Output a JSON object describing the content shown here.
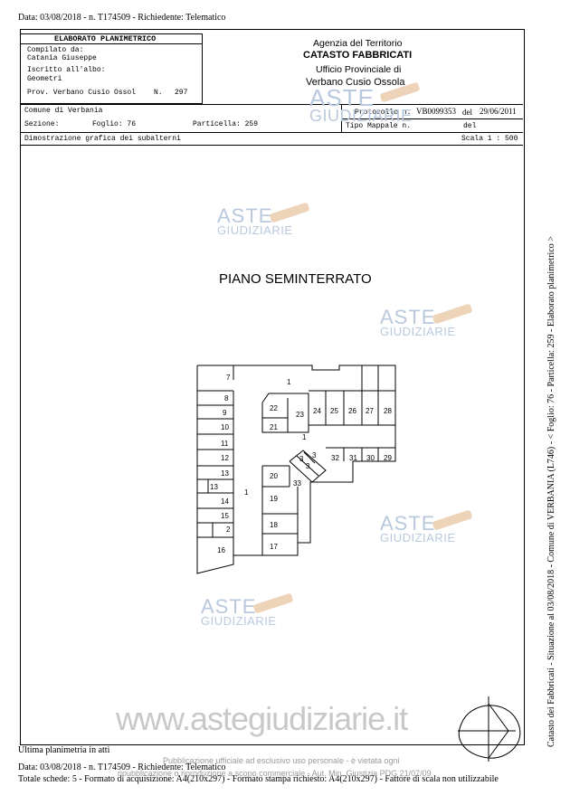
{
  "top_line": "Data: 03/08/2018 - n. T174509 - Richiedente: Telematico",
  "header": {
    "box_title": "ELABORATO PLANIMETRICO",
    "compilato_label": "Compilato da:",
    "compilato_value": "Catania Giuseppe",
    "iscritto_label": "Iscritto all'albo:",
    "iscritto_value": "Geometri",
    "prov_label": "Prov. Verbano Cusio Ossol",
    "prov_n_label": "N.",
    "prov_n_value": "297",
    "agency_line1": "Agenzia del Territorio",
    "agency_line2": "CATASTO FABBRICATI",
    "agency_line3": "Ufficio Provinciale di",
    "agency_line4": "Verbano Cusio Ossola"
  },
  "info_row": {
    "comune": "Comune di Verbania",
    "sezione": "Sezione:",
    "foglio": "Foglio: 76",
    "particella": "Particella: 259",
    "protocollo": "Protocollo n.",
    "protocollo_value": "VB0099353",
    "del1": "del",
    "del1_value": "29/06/2011",
    "tipo": "Tipo Mappale n.",
    "del2": "del"
  },
  "dimostrazione": "Dimostrazione grafica dei subalterni",
  "scala": "Scala 1 : 500",
  "plan_title": "PIANO SEMINTERRATO",
  "rooms": [
    "7",
    "1",
    "8",
    "9",
    "10",
    "11",
    "12",
    "13",
    "13",
    "14",
    "15",
    "2",
    "16",
    "22",
    "21",
    "23",
    "24",
    "25",
    "26",
    "27",
    "28",
    "1",
    "3",
    "3",
    "3",
    "32",
    "31",
    "30",
    "29",
    "20",
    "33",
    "1",
    "19",
    "18",
    "17"
  ],
  "watermark": {
    "aste": "ASTE",
    "giudiziarie": "GIUDIZIARIE",
    "site": "www.astegiudiziarie.it"
  },
  "footer": {
    "ultima": "Ultima planimetria in atti",
    "line1": "Data: 03/08/2018 - n. T174509 - Richiedente: Telematico",
    "line2": "Totale schede: 5 - Formato di acquisizione: A4(210x297) - Formato stampa richiesto: A4(210x297) - Fattore di scala non utilizzabile",
    "overlay1": "Pubblicazione ufficiale ad esclusivo uso personale - è vietata ogni",
    "overlay2": "ripubblicazione o riproduzione a scopo commerciale - Aut. Min. Giustizia PDG 21/07/09"
  },
  "side_text": "Catasto dei Fabbricati - Situazione al 03/08/2018 - Comune di VERBANIA (L746) - < Foglio: 76 - Particella: 259 - Elaborato planimetrico >"
}
